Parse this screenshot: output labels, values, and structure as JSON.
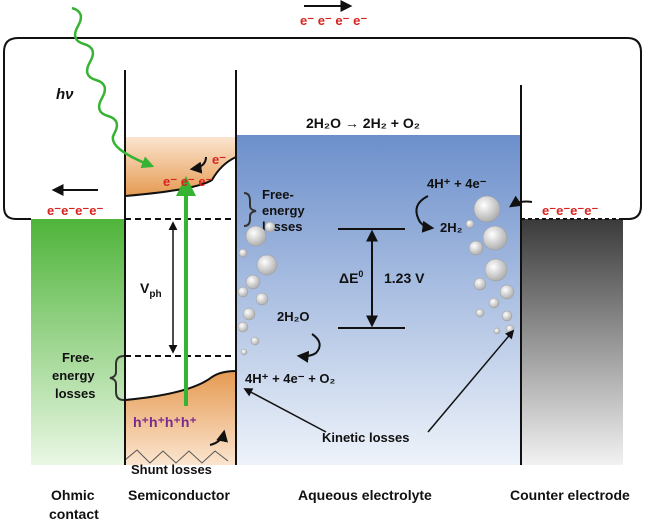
{
  "colors": {
    "ohmic_contact": "#5cbf45",
    "semiconductor_band": "#e9a15e",
    "electrolyte": "#6f92cd",
    "counter_electrode": "#555555",
    "photon": "#37b334",
    "electron_text": "#d8231f",
    "hole_text": "#7a2a8e"
  },
  "labels": {
    "photon": "hν",
    "external_electrons": "e⁻ e⁻ e⁻ e⁻",
    "electrons_left": "e⁻e⁻e⁻e⁻",
    "electrons_right": "e⁻e⁻e⁻e⁻",
    "cb_electrons": "e⁻ e⁻ e⁻",
    "cb_electron_single": "e⁻",
    "holes": "h⁺h⁺h⁺h⁺",
    "overall_reaction": "2H₂O → 2H₂ + O₂",
    "free_energy_losses_top": [
      "Free-",
      "energy",
      "losses"
    ],
    "free_energy_losses_left": [
      "Free-",
      "energy",
      "losses"
    ],
    "vph": "V",
    "vph_sub": "ph",
    "delta_e": "ΔE",
    "delta_e_sup": "0",
    "voltage": "1.23 V",
    "reduction_reactants": "4H⁺ + 4e⁻",
    "reduction_product": "2H₂",
    "oxidation_reactant": "2H₂O",
    "oxidation_products": "4H⁺ + 4e⁻ + O₂",
    "kinetic_losses": "Kinetic losses",
    "shunt_losses": "Shunt losses"
  },
  "captions": {
    "ohmic": [
      "Ohmic",
      "contact"
    ],
    "semiconductor": "Semiconductor",
    "electrolyte": "Aqueous electrolyte",
    "counter": "Counter electrode"
  }
}
